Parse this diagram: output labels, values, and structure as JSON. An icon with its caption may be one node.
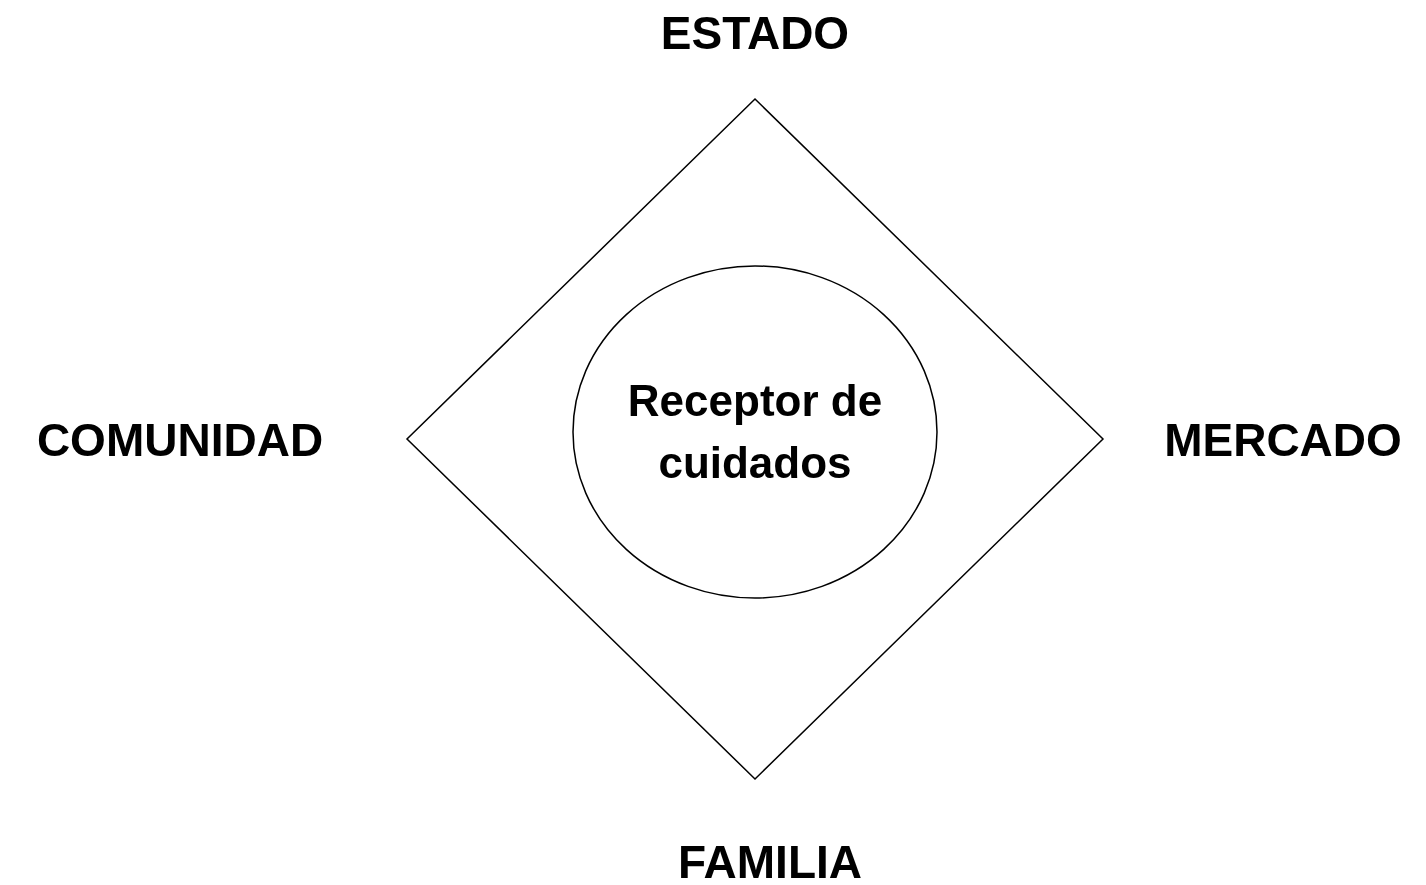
{
  "diagram": {
    "nodes": [
      {
        "text": [],
        "shape": "diamond"
      },
      {
        "text": [
          "Receptor de cuidados"
        ],
        "in": 0
      }
    ],
    "labels": [
      "ESTADO",
      "COMUNIDAD",
      "MERCADO",
      "FAMILIA"
    ]
  }
}
